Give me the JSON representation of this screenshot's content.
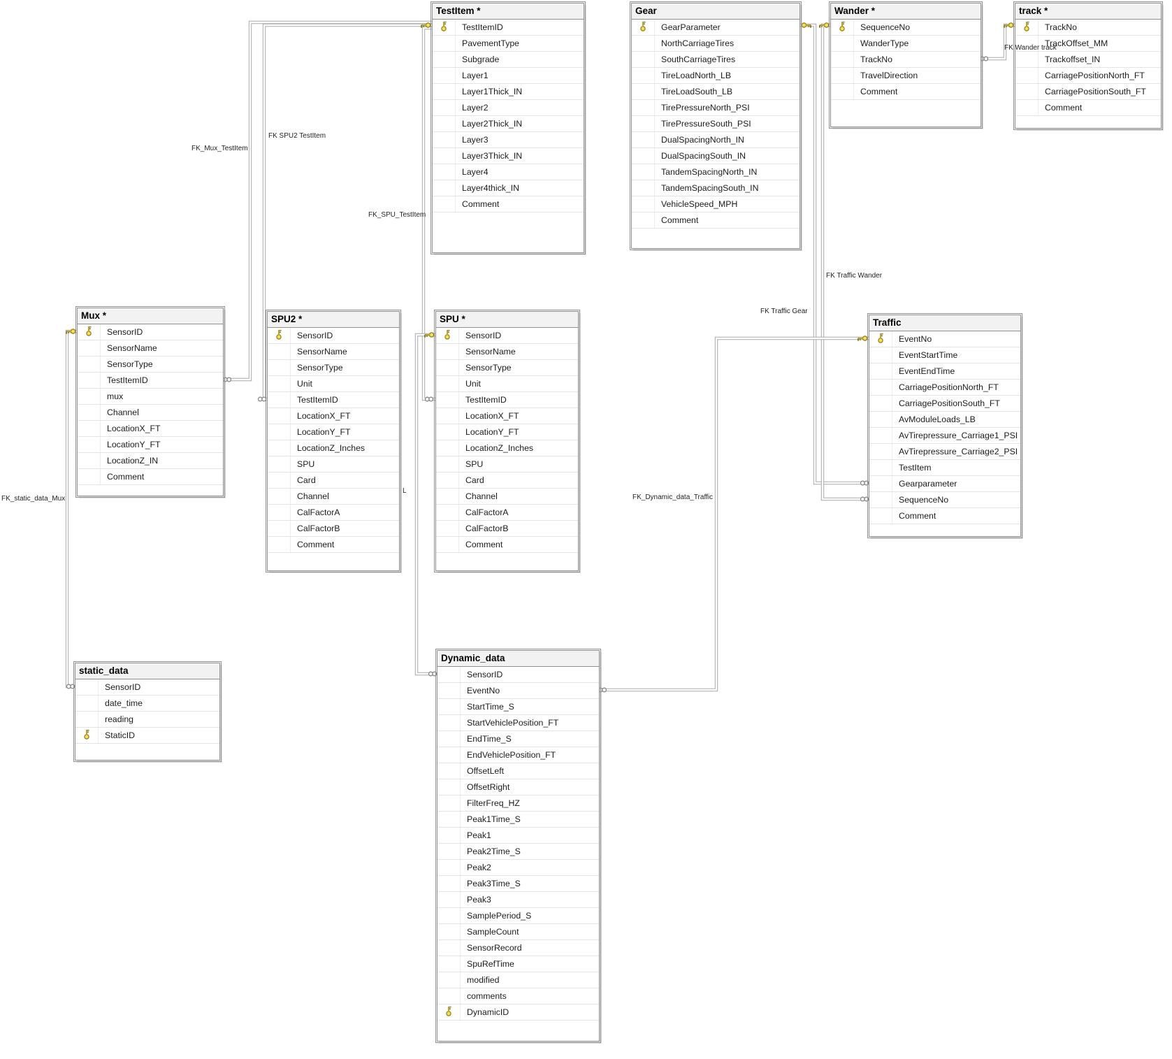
{
  "diagram": {
    "tables": [
      {
        "id": "TestItem",
        "title": "TestItem *",
        "fields": [
          {
            "name": "TestItemID",
            "pk": true
          },
          {
            "name": "PavementType",
            "pk": false
          },
          {
            "name": "Subgrade",
            "pk": false
          },
          {
            "name": "Layer1",
            "pk": false
          },
          {
            "name": "Layer1Thick_IN",
            "pk": false
          },
          {
            "name": "Layer2",
            "pk": false
          },
          {
            "name": "Layer2Thick_IN",
            "pk": false
          },
          {
            "name": "Layer3",
            "pk": false
          },
          {
            "name": "Layer3Thick_IN",
            "pk": false
          },
          {
            "name": "Layer4",
            "pk": false
          },
          {
            "name": "Layer4thick_IN",
            "pk": false
          },
          {
            "name": "Comment",
            "pk": false
          }
        ]
      },
      {
        "id": "Gear",
        "title": "Gear",
        "fields": [
          {
            "name": "GearParameter",
            "pk": true
          },
          {
            "name": "NorthCarriageTires",
            "pk": false
          },
          {
            "name": "SouthCarriageTires",
            "pk": false
          },
          {
            "name": "TireLoadNorth_LB",
            "pk": false
          },
          {
            "name": "TireLoadSouth_LB",
            "pk": false
          },
          {
            "name": "TirePressureNorth_PSI",
            "pk": false
          },
          {
            "name": "TirePressureSouth_PSI",
            "pk": false
          },
          {
            "name": "DualSpacingNorth_IN",
            "pk": false
          },
          {
            "name": "DualSpacingSouth_IN",
            "pk": false
          },
          {
            "name": "TandemSpacingNorth_IN",
            "pk": false
          },
          {
            "name": "TandemSpacingSouth_IN",
            "pk": false
          },
          {
            "name": "VehicleSpeed_MPH",
            "pk": false
          },
          {
            "name": "Comment",
            "pk": false
          }
        ]
      },
      {
        "id": "Wander",
        "title": "Wander *",
        "fields": [
          {
            "name": "SequenceNo",
            "pk": true
          },
          {
            "name": "WanderType",
            "pk": false
          },
          {
            "name": "TrackNo",
            "pk": false
          },
          {
            "name": "TravelDirection",
            "pk": false
          },
          {
            "name": "Comment",
            "pk": false
          }
        ]
      },
      {
        "id": "track",
        "title": "track *",
        "fields": [
          {
            "name": "TrackNo",
            "pk": true
          },
          {
            "name": "TrackOffset_MM",
            "pk": false
          },
          {
            "name": "Trackoffset_IN",
            "pk": false
          },
          {
            "name": "CarriagePositionNorth_FT",
            "pk": false
          },
          {
            "name": "CarriagePositionSouth_FT",
            "pk": false
          },
          {
            "name": "Comment",
            "pk": false
          }
        ]
      },
      {
        "id": "Mux",
        "title": "Mux *",
        "fields": [
          {
            "name": "SensorID",
            "pk": true
          },
          {
            "name": "SensorName",
            "pk": false
          },
          {
            "name": "SensorType",
            "pk": false
          },
          {
            "name": "TestItemID",
            "pk": false
          },
          {
            "name": "mux",
            "pk": false
          },
          {
            "name": "Channel",
            "pk": false
          },
          {
            "name": "LocationX_FT",
            "pk": false
          },
          {
            "name": "LocationY_FT",
            "pk": false
          },
          {
            "name": "LocationZ_IN",
            "pk": false
          },
          {
            "name": "Comment",
            "pk": false
          }
        ]
      },
      {
        "id": "SPU2",
        "title": "SPU2 *",
        "fields": [
          {
            "name": "SensorID",
            "pk": true
          },
          {
            "name": "SensorName",
            "pk": false
          },
          {
            "name": "SensorType",
            "pk": false
          },
          {
            "name": "Unit",
            "pk": false
          },
          {
            "name": "TestItemID",
            "pk": false
          },
          {
            "name": "LocationX_FT",
            "pk": false
          },
          {
            "name": "LocationY_FT",
            "pk": false
          },
          {
            "name": "LocationZ_Inches",
            "pk": false
          },
          {
            "name": "SPU",
            "pk": false
          },
          {
            "name": "Card",
            "pk": false
          },
          {
            "name": "Channel",
            "pk": false
          },
          {
            "name": "CalFactorA",
            "pk": false
          },
          {
            "name": "CalFactorB",
            "pk": false
          },
          {
            "name": "Comment",
            "pk": false
          }
        ]
      },
      {
        "id": "SPU",
        "title": "SPU *",
        "fields": [
          {
            "name": "SensorID",
            "pk": true
          },
          {
            "name": "SensorName",
            "pk": false
          },
          {
            "name": "SensorType",
            "pk": false
          },
          {
            "name": "Unit",
            "pk": false
          },
          {
            "name": "TestItemID",
            "pk": false
          },
          {
            "name": "LocationX_FT",
            "pk": false
          },
          {
            "name": "LocationY_FT",
            "pk": false
          },
          {
            "name": "LocationZ_Inches",
            "pk": false
          },
          {
            "name": "SPU",
            "pk": false
          },
          {
            "name": "Card",
            "pk": false
          },
          {
            "name": "Channel",
            "pk": false
          },
          {
            "name": "CalFactorA",
            "pk": false
          },
          {
            "name": "CalFactorB",
            "pk": false
          },
          {
            "name": "Comment",
            "pk": false
          }
        ]
      },
      {
        "id": "Traffic",
        "title": "Traffic",
        "fields": [
          {
            "name": "EventNo",
            "pk": true
          },
          {
            "name": "EventStartTime",
            "pk": false
          },
          {
            "name": "EventEndTime",
            "pk": false
          },
          {
            "name": "CarriagePositionNorth_FT",
            "pk": false
          },
          {
            "name": "CarriagePositionSouth_FT",
            "pk": false
          },
          {
            "name": "AvModuleLoads_LB",
            "pk": false
          },
          {
            "name": "AvTirepressure_Carriage1_PSI",
            "pk": false
          },
          {
            "name": "AvTirepressure_Carriage2_PSI",
            "pk": false
          },
          {
            "name": "TestItem",
            "pk": false
          },
          {
            "name": "Gearparameter",
            "pk": false
          },
          {
            "name": "SequenceNo",
            "pk": false
          },
          {
            "name": "Comment",
            "pk": false
          }
        ]
      },
      {
        "id": "static_data",
        "title": "static_data",
        "fields": [
          {
            "name": "SensorID",
            "pk": false
          },
          {
            "name": "date_time",
            "pk": false
          },
          {
            "name": "reading",
            "pk": false
          },
          {
            "name": "StaticID",
            "pk": true
          }
        ]
      },
      {
        "id": "Dynamic_data",
        "title": "Dynamic_data",
        "fields": [
          {
            "name": "SensorID",
            "pk": false
          },
          {
            "name": "EventNo",
            "pk": false
          },
          {
            "name": "StartTime_S",
            "pk": false
          },
          {
            "name": "StartVehiclePosition_FT",
            "pk": false
          },
          {
            "name": "EndTime_S",
            "pk": false
          },
          {
            "name": "EndVehiclePosition_FT",
            "pk": false
          },
          {
            "name": "OffsetLeft",
            "pk": false
          },
          {
            "name": "OffsetRight",
            "pk": false
          },
          {
            "name": "FilterFreq_HZ",
            "pk": false
          },
          {
            "name": "Peak1Time_S",
            "pk": false
          },
          {
            "name": "Peak1",
            "pk": false
          },
          {
            "name": "Peak2Time_S",
            "pk": false
          },
          {
            "name": "Peak2",
            "pk": false
          },
          {
            "name": "Peak3Time_S",
            "pk": false
          },
          {
            "name": "Peak3",
            "pk": false
          },
          {
            "name": "SamplePeriod_S",
            "pk": false
          },
          {
            "name": "SampleCount",
            "pk": false
          },
          {
            "name": "SensorRecord",
            "pk": false
          },
          {
            "name": "SpuRefTime",
            "pk": false
          },
          {
            "name": "modified",
            "pk": false
          },
          {
            "name": "comments",
            "pk": false
          },
          {
            "name": "DynamicID",
            "pk": true
          }
        ]
      }
    ],
    "relationships": [
      {
        "label": "FK_Mux_TestItem",
        "pk_table": "TestItem",
        "fk_table": "Mux"
      },
      {
        "label": "FK SPU2 TestItem",
        "pk_table": "TestItem",
        "fk_table": "SPU2"
      },
      {
        "label": "FK_SPU_TestItem",
        "pk_table": "TestItem",
        "fk_table": "SPU"
      },
      {
        "label": "FK Wander track",
        "pk_table": "track",
        "fk_table": "Wander"
      },
      {
        "label": "FK Traffic Wander",
        "pk_table": "Wander",
        "fk_table": "Traffic"
      },
      {
        "label": "FK Traffic Gear",
        "pk_table": "Gear",
        "fk_table": "Traffic"
      },
      {
        "label": "FK_static_data_Mux",
        "pk_table": "Mux",
        "fk_table": "static_data"
      },
      {
        "label": "FK_Dynamic_data_Traffic",
        "pk_table": "Traffic",
        "fk_table": "Dynamic_data"
      },
      {
        "label": "",
        "pk_table": "SPU",
        "fk_table": "Dynamic_data"
      }
    ],
    "stray_text": "L",
    "colors": {
      "key_yellow": "#f5e050",
      "key_outline": "#8f7a1e",
      "connector_gray": "#a9a9a9",
      "table_border": "#8f8f8f"
    }
  }
}
